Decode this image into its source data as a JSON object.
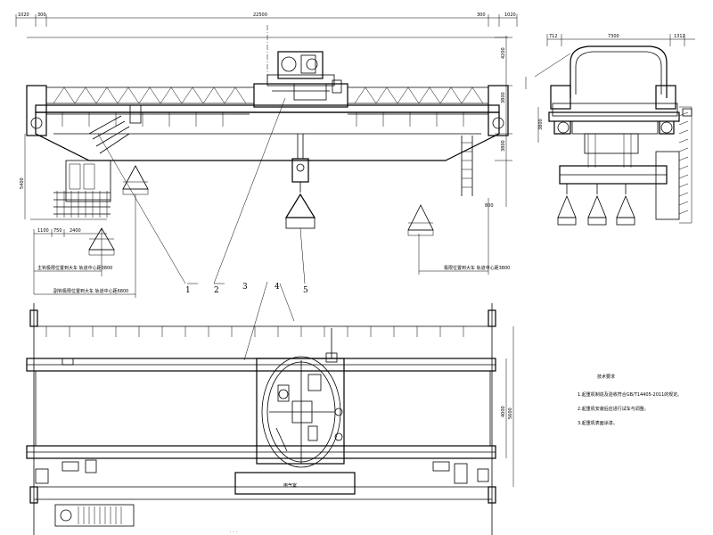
{
  "top_dims": {
    "left_end": "1020",
    "left_inner": "300",
    "span": "22500",
    "right_inner": "300",
    "right_end": "1020"
  },
  "right_side_dims": [
    "4200",
    "3800",
    "3800"
  ],
  "left_side_dims": [
    "5400"
  ],
  "bottom_dims": [
    "1100",
    "750",
    "2400"
  ],
  "under_dims": [
    "800"
  ],
  "limit_labels": {
    "left_top": "主钩极限位置到大车 轨道中心距3800",
    "left_bottom": "副钩极限位置到大车 轨道中心距6800",
    "right_bottom": "极限位置到大车 轨道中心距3800"
  },
  "callouts": [
    "1",
    "2",
    "3",
    "4",
    "5"
  ],
  "side_view_dims": [
    "712",
    "7300",
    "1312"
  ],
  "side_view_left_dim": "3800",
  "plan_right_dims": [
    "4000",
    "5600"
  ],
  "cab_label": "电气室",
  "notes": {
    "title": "技术要求",
    "items": [
      "1.起重机制造及验收符合GB/T14405-2011的规定。",
      "2.起重机安装后应进行试车与调整。",
      "3.起重机表面涂漆。"
    ]
  },
  "bottom_fragment": "· · ·"
}
